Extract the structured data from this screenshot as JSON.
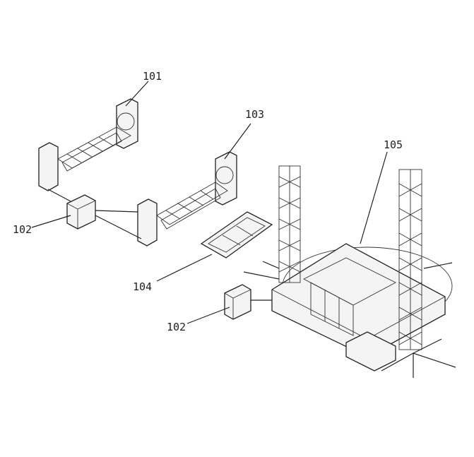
{
  "labels": {
    "l101": "101",
    "l102a": "102",
    "l103": "103",
    "l104": "104",
    "l105": "105",
    "l102b": "102"
  }
}
